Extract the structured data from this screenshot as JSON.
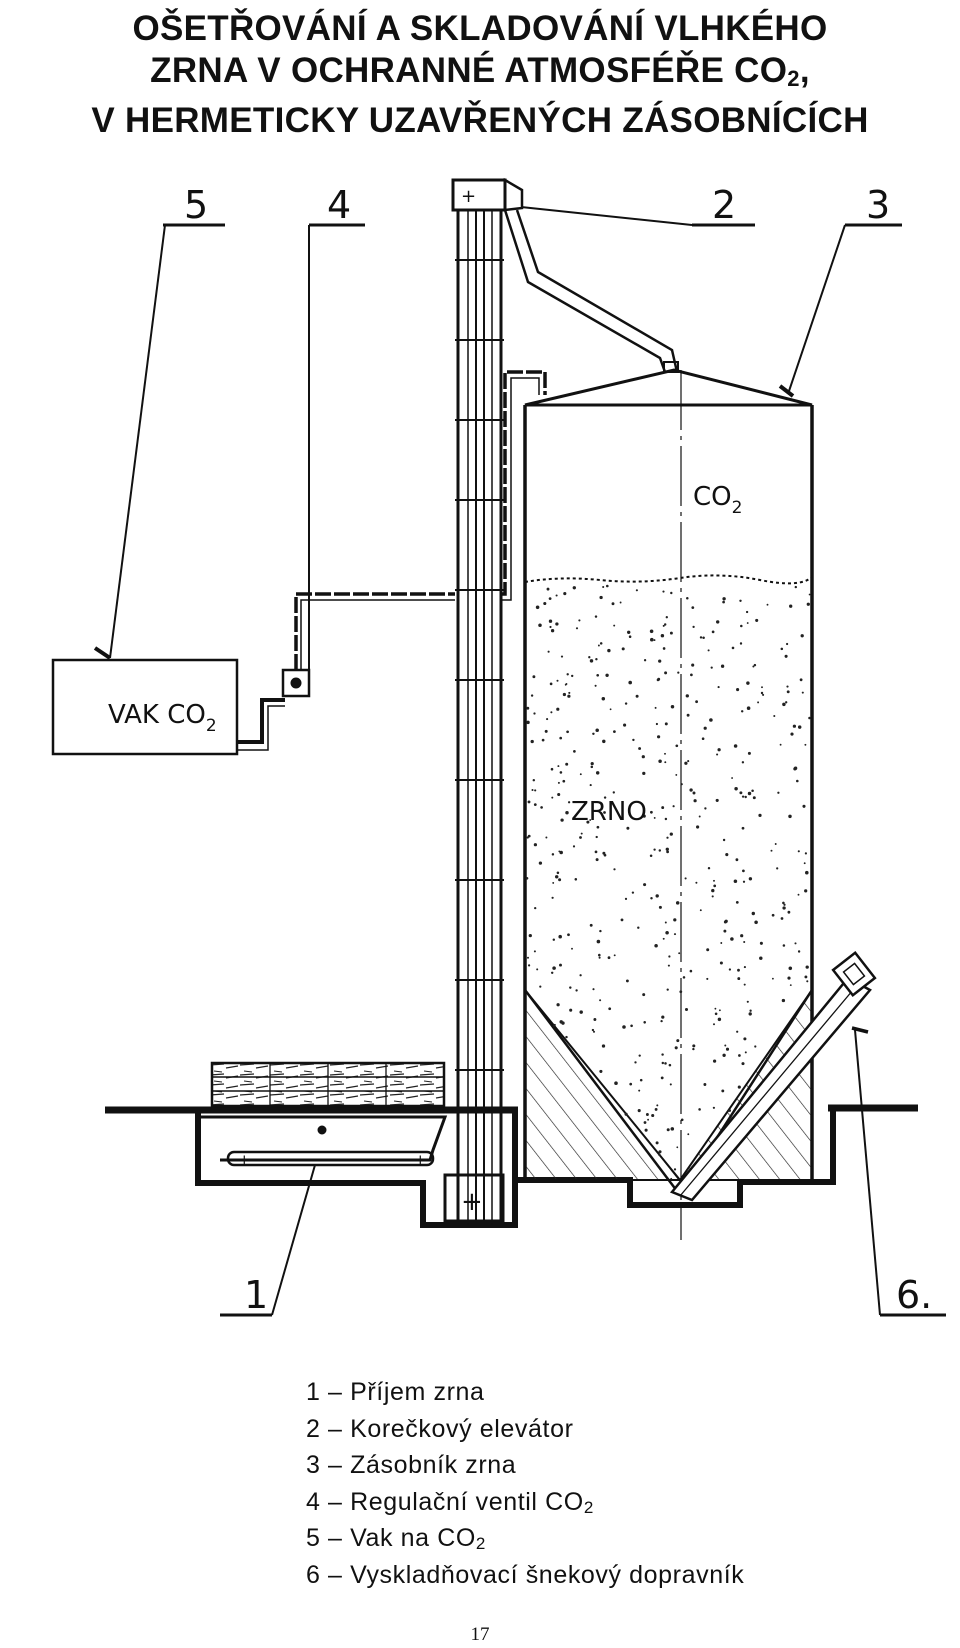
{
  "title": {
    "line1": "OŠETŘOVÁNÍ A SKLADOVÁNÍ VLHKÉHO",
    "line2_main": "ZRNA V OCHRANNÉ ATMOSFÉŘE CO",
    "line2_sub": "2",
    "line2_end": ",",
    "line3": "V HERMETICKY UZAVŘENÝCH ZÁSOBNÍCÍCH"
  },
  "callouts": {
    "n1": "1",
    "n2": "2",
    "n3": "3",
    "n4": "4",
    "n5": "5",
    "n6": "6."
  },
  "labels": {
    "co2_main": "CO",
    "co2_sub": "2",
    "grain": "ZRNO",
    "bag_main": "VAK CO",
    "bag_sub": "2"
  },
  "legend": [
    {
      "text": "1 – Příjem zrna",
      "sub": "",
      "tail": ""
    },
    {
      "text": "2 – Korečkový elevátor",
      "sub": "",
      "tail": ""
    },
    {
      "text": "3 – Zásobník zrna",
      "sub": "",
      "tail": ""
    },
    {
      "text": "4 – Regulační ventil CO",
      "sub": "2",
      "tail": ""
    },
    {
      "text": "5 – Vak na CO",
      "sub": "2",
      "tail": ""
    },
    {
      "text": "6 – Vyskladňovací šnekový dopravník",
      "sub": "",
      "tail": ""
    }
  ],
  "page_number": "17"
}
